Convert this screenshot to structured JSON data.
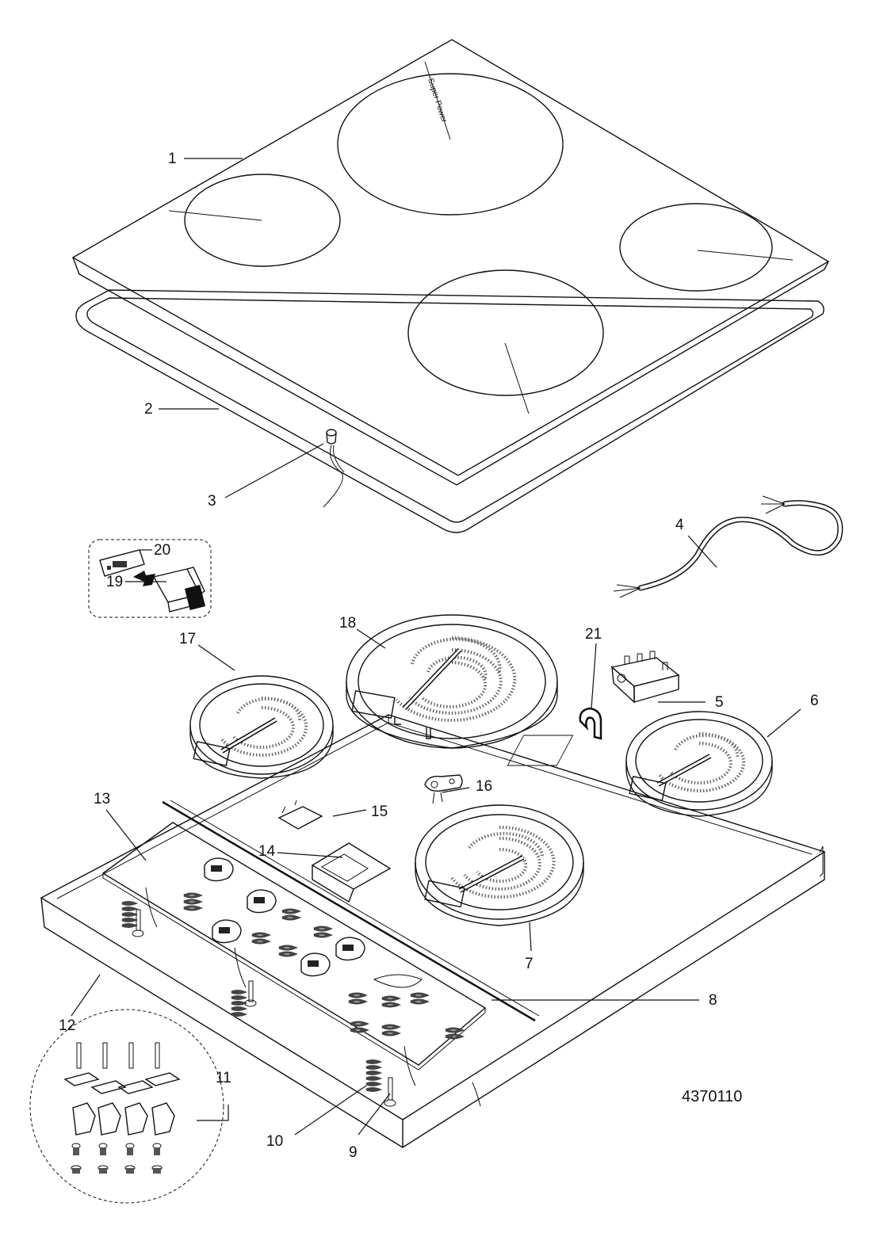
{
  "drawing_number": "4370110",
  "glass_marking": "Super Power",
  "callouts": [
    {
      "id": "callout-1",
      "text": "1"
    },
    {
      "id": "callout-2",
      "text": "2"
    },
    {
      "id": "callout-3",
      "text": "3"
    },
    {
      "id": "callout-4",
      "text": "4"
    },
    {
      "id": "callout-5",
      "text": "5"
    },
    {
      "id": "callout-6",
      "text": "6"
    },
    {
      "id": "callout-7",
      "text": "7"
    },
    {
      "id": "callout-8",
      "text": "8"
    },
    {
      "id": "callout-9",
      "text": "9"
    },
    {
      "id": "callout-10",
      "text": "10"
    },
    {
      "id": "callout-11",
      "text": "11"
    },
    {
      "id": "callout-12",
      "text": "12"
    },
    {
      "id": "callout-13",
      "text": "13"
    },
    {
      "id": "callout-14",
      "text": "14"
    },
    {
      "id": "callout-15",
      "text": "15"
    },
    {
      "id": "callout-16",
      "text": "16"
    },
    {
      "id": "callout-17",
      "text": "17"
    },
    {
      "id": "callout-18",
      "text": "18"
    },
    {
      "id": "callout-19",
      "text": "19"
    },
    {
      "id": "callout-20",
      "text": "20"
    },
    {
      "id": "callout-21",
      "text": "21"
    }
  ]
}
